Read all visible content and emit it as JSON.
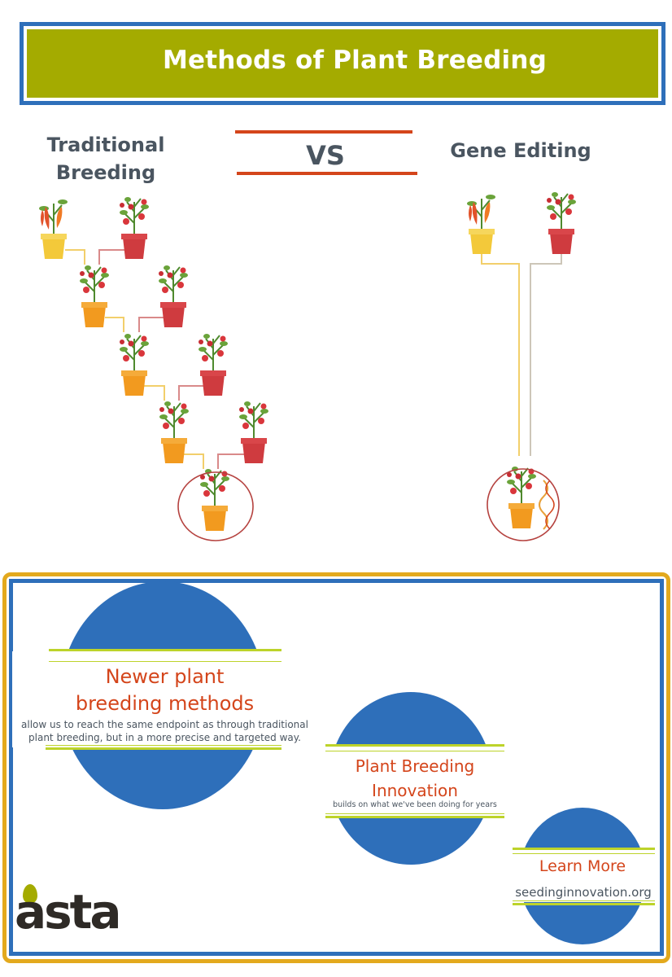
{
  "header": {
    "title": "Methods of Plant Breeding"
  },
  "comparison": {
    "left_label_line1": "Traditional",
    "left_label_line2": "Breeding",
    "vs": "VS",
    "right_label": "Gene Editing"
  },
  "bubbles": {
    "newer": {
      "heading_line1": "Newer plant",
      "heading_line2": "breeding methods",
      "body_line1": "allow us to reach the same endpoint as through traditional",
      "body_line2": "plant breeding, but in a more precise and targeted way."
    },
    "innovation": {
      "heading_line1": "Plant Breeding",
      "heading_line2": "Innovation",
      "body": "builds on what we've been doing for years"
    },
    "learn": {
      "heading": "Learn More",
      "url": "seedinginnovation.org"
    }
  },
  "logo": {
    "text": "asta"
  },
  "colors": {
    "brand_blue": "#2e6fba",
    "olive": "#a4ab00",
    "accent_orange": "#d4451b",
    "lime": "#bdd32a",
    "gold_border": "#e3a91d"
  }
}
